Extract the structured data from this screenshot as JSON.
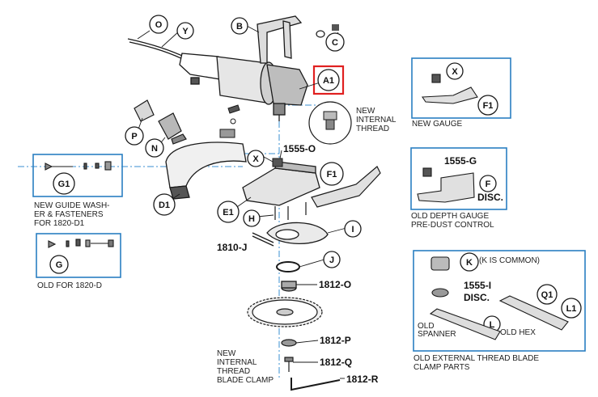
{
  "bubbles": {
    "O": "O",
    "Y": "Y",
    "B": "B",
    "C": "C",
    "A1": "A1",
    "P": "P",
    "N": "N",
    "X": "X",
    "D1": "D1",
    "E1": "E1",
    "F1": "F1",
    "H": "H",
    "I": "I",
    "J": "J",
    "G1": "G1",
    "G": "G",
    "X_gauge": "X",
    "F1_gauge": "F1",
    "F_depth": "F",
    "K": "K",
    "Q1": "Q1",
    "L": "L",
    "L1": "L1"
  },
  "part_numbers": {
    "p1555_O": "1555-O",
    "p1810_J": "1810-J",
    "p1812_O": "1812-O",
    "p1812_P": "1812-P",
    "p1812_Q": "1812-Q",
    "p1812_R": "1812-R",
    "p1555_G": "1555-G",
    "p1555_I": "1555-I",
    "disc_depth": "DISC.",
    "disc_spanner": "DISC."
  },
  "labels": {
    "new_internal_thread": [
      "NEW",
      "INTERNAL",
      "THREAD"
    ],
    "new_gauge": "NEW GAUGE",
    "old_depth_gauge": [
      "OLD DEPTH GAUGE",
      "PRE-DUST CONTROL"
    ],
    "new_guide_washer": [
      "NEW GUIDE WASH-",
      "ER & FASTENERS",
      "FOR 1820-D1"
    ],
    "old_for_1820d": "OLD FOR 1820-D",
    "k_is_common": "(K IS COMMON)",
    "old_spanner": [
      "OLD",
      "SPANNER"
    ],
    "old_hex": "OLD HEX",
    "old_external_thread": [
      "OLD EXTERNAL THREAD BLADE",
      "CLAMP PARTS"
    ],
    "new_internal_thread_clamp": [
      "NEW",
      "INTERNAL",
      "THREAD",
      "BLADE CLAMP"
    ]
  },
  "colors": {
    "box_border": "#2a7fc1",
    "highlight": "#e02020",
    "centerline": "#3a8fd0",
    "ink": "#1a1a1a"
  }
}
